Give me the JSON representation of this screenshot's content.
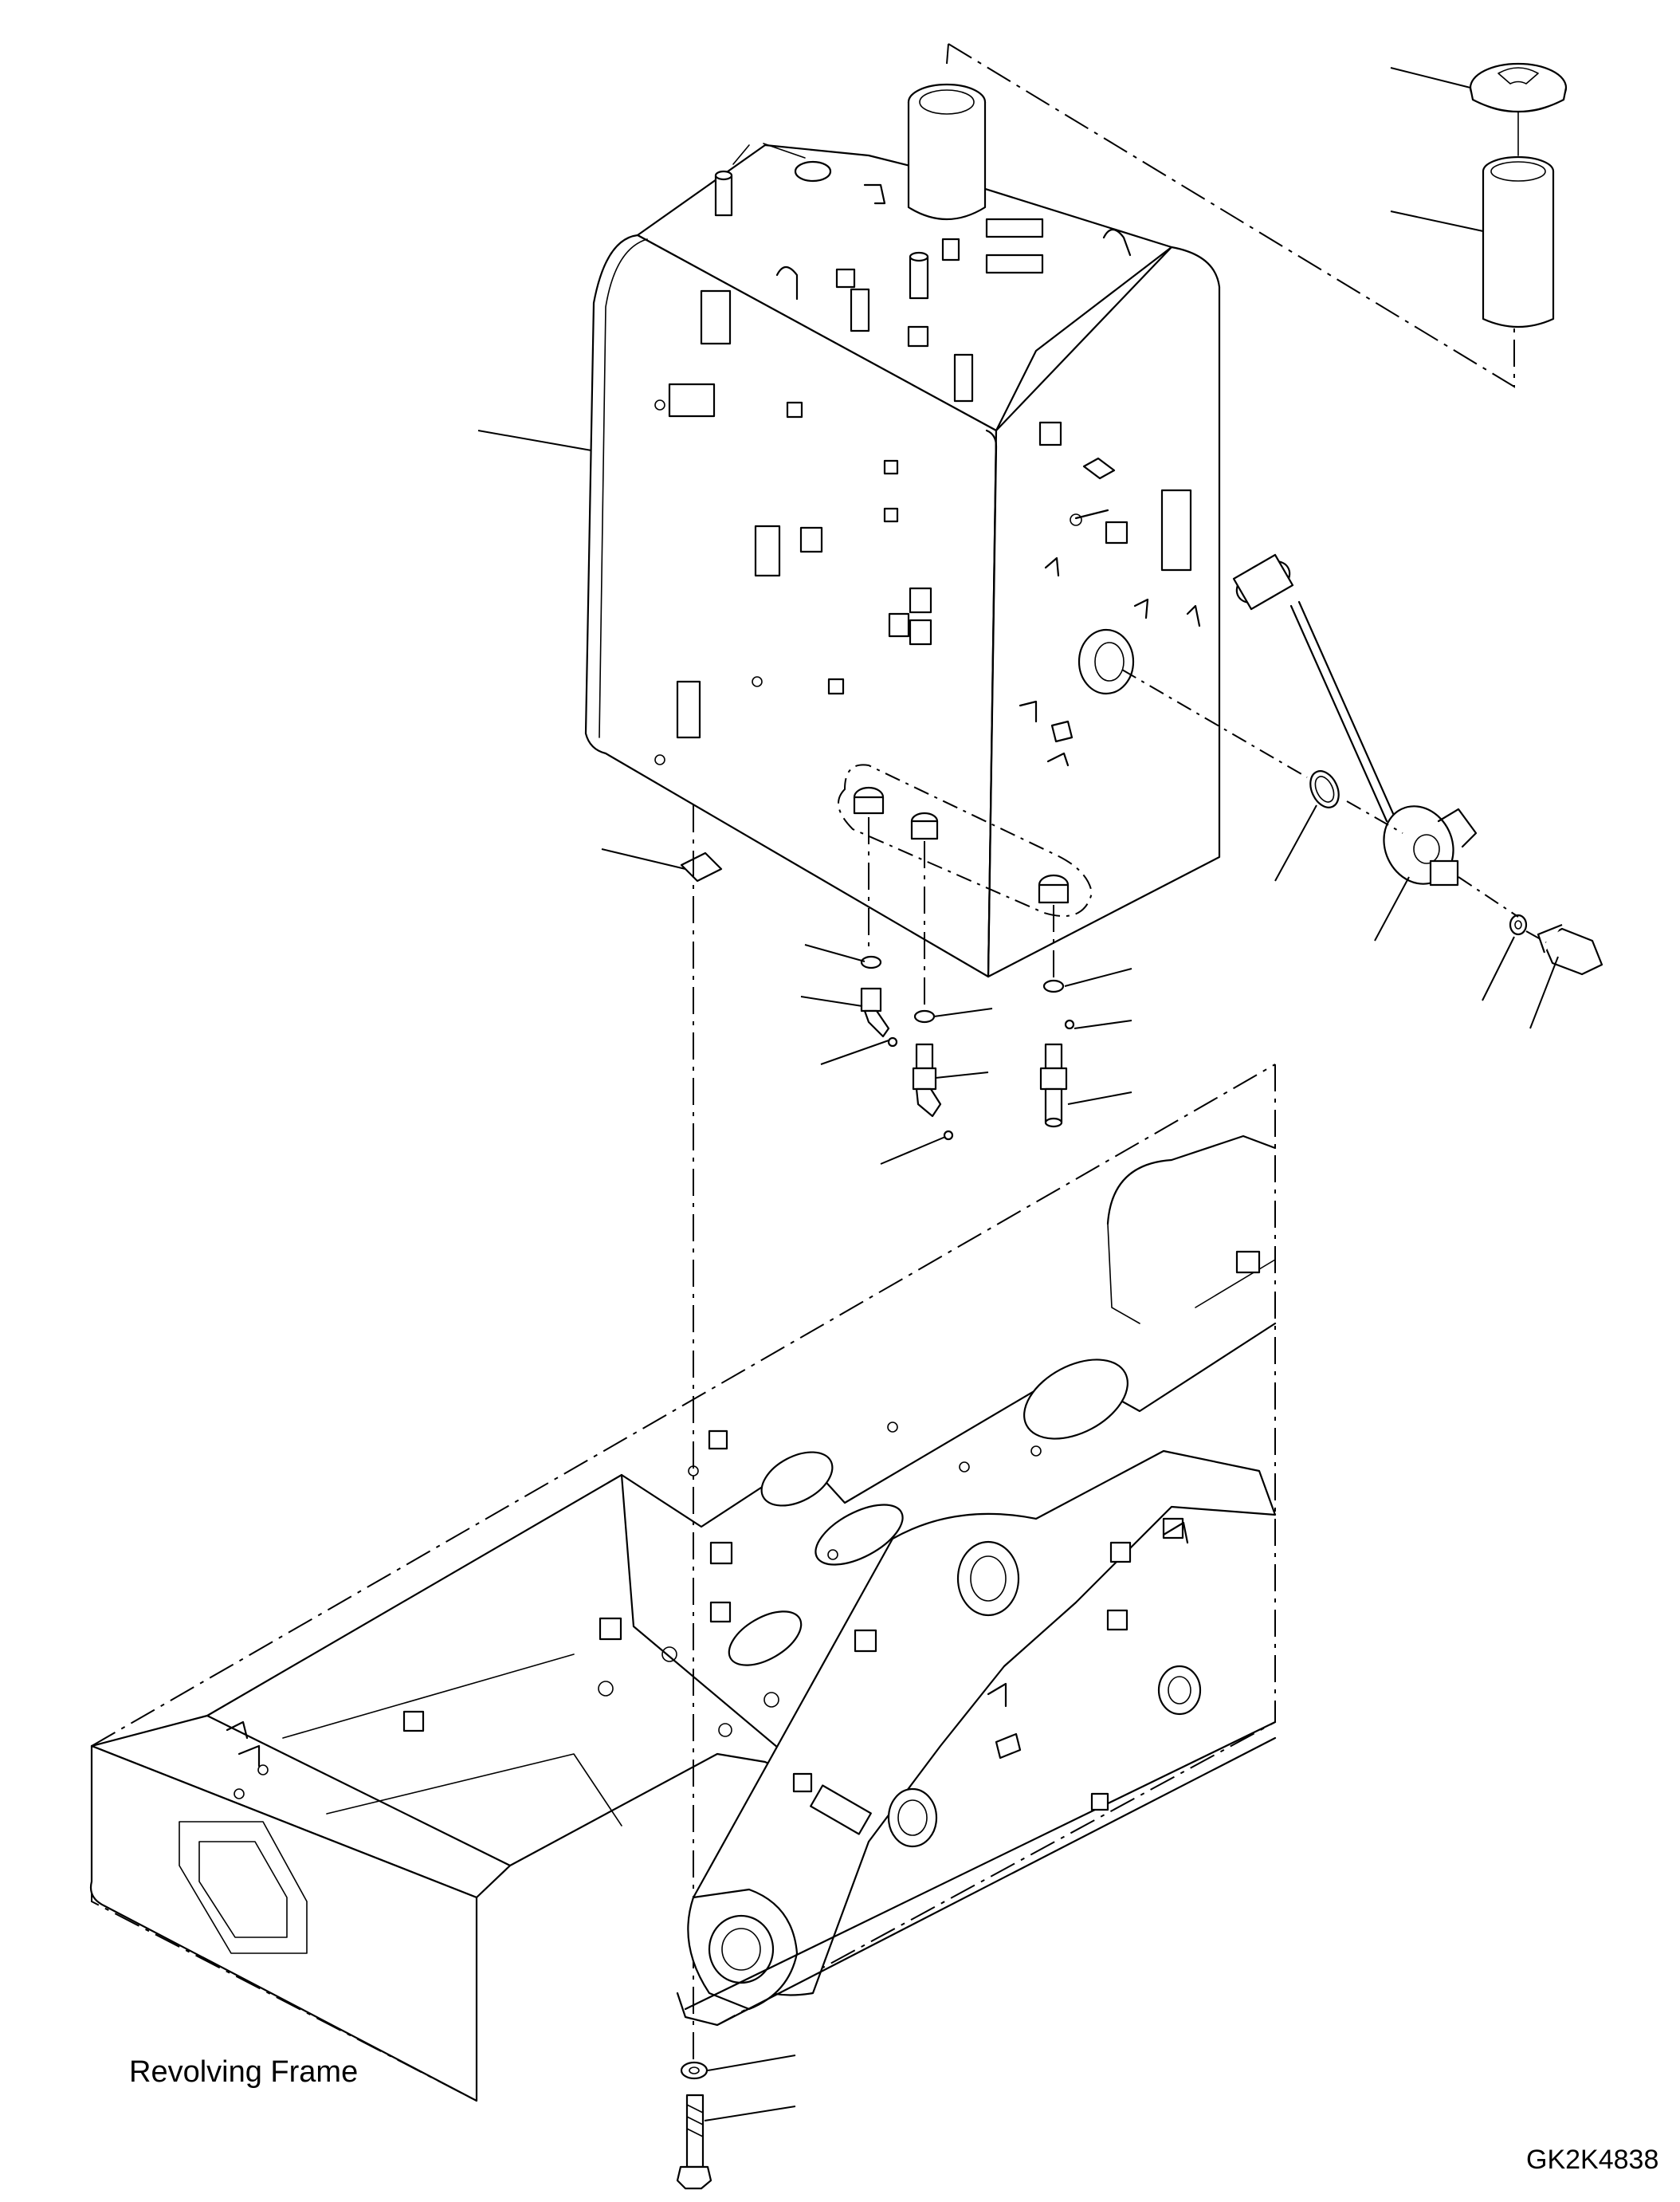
{
  "labels": {
    "frame": "Revolving Frame",
    "figure_code": "GK2K4838"
  },
  "parts": {
    "tank": "fuel-tank",
    "cap": "filler-cap",
    "strainer": "filler-strainer",
    "gauge": "fuel-level-gauge"
  }
}
